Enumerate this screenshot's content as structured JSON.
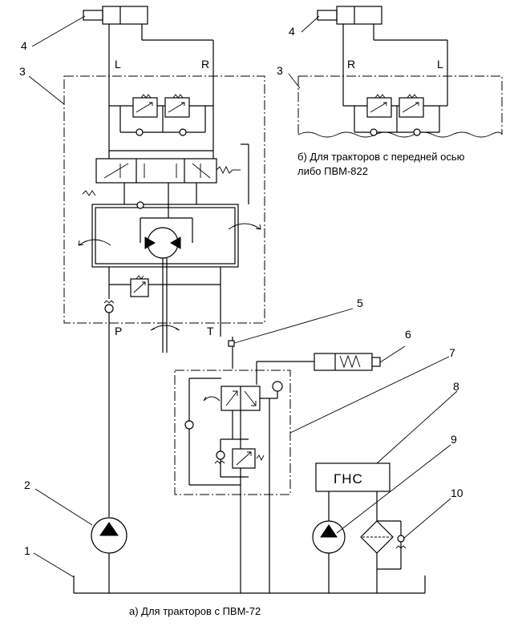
{
  "labels": {
    "n1": "1",
    "n2": "2",
    "n3": "3",
    "n4": "4",
    "n5": "5",
    "n6": "6",
    "n7": "7",
    "n8": "8",
    "n9": "9",
    "n10": "10",
    "n3b": "3",
    "n4b": "4"
  },
  "ports": {
    "left_a": "L",
    "right_a": "R",
    "left_b": "R",
    "right_b": "L",
    "pressure": "P",
    "tank": "T"
  },
  "blocks": {
    "gns": "ГНС"
  },
  "captions": {
    "a": "а) Для тракторов с ПВМ-72",
    "b_line1": "б) Для тракторов с передней осью",
    "b_line2": "либо ПВМ-822"
  }
}
